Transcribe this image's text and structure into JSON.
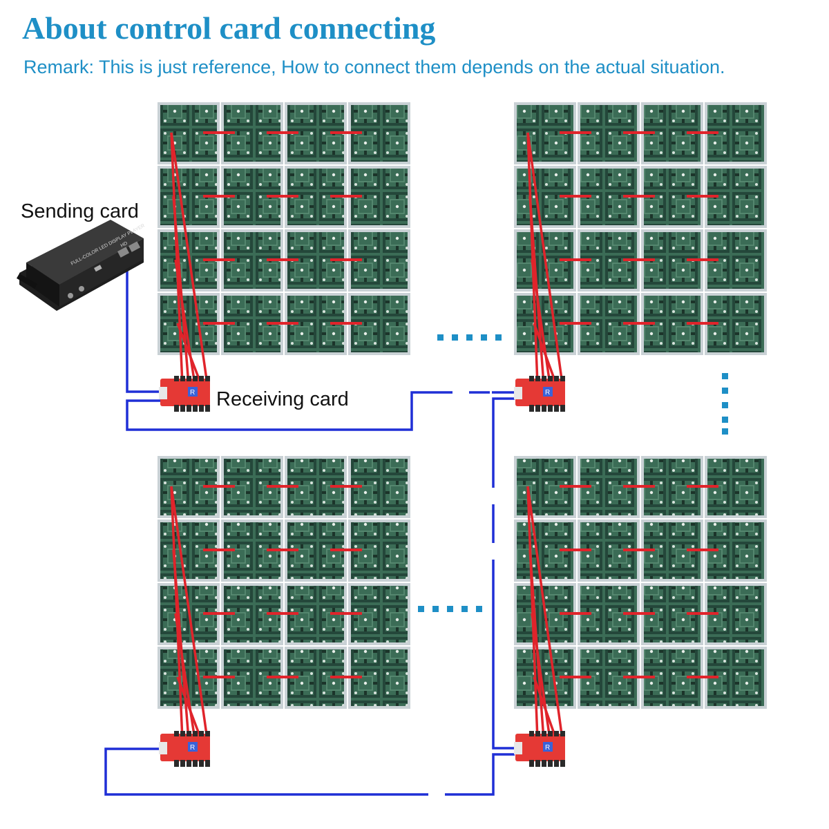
{
  "title": "About control card connecting",
  "remark": "Remark: This is just reference, How to connect them depends on the actual situation.",
  "sending_card": {
    "label": "Sending card",
    "brand": "HD",
    "model_text": "FULL-COLOR LED DISPLAY PLAYER"
  },
  "receiving_card": {
    "label": "Receiving card",
    "chip_text": "R"
  },
  "colors": {
    "accent": "#1e8fc6",
    "blue_cable": "#1f2fd6",
    "red_cable": "#e0242b",
    "panel_green": "#2f5b48",
    "card_red": "#e53935",
    "sender_body": "#2b2b2b"
  },
  "layout": {
    "panel_groups": 4,
    "grid_rows": 4,
    "grid_cols": 4,
    "red_cables_per_card": 5
  }
}
